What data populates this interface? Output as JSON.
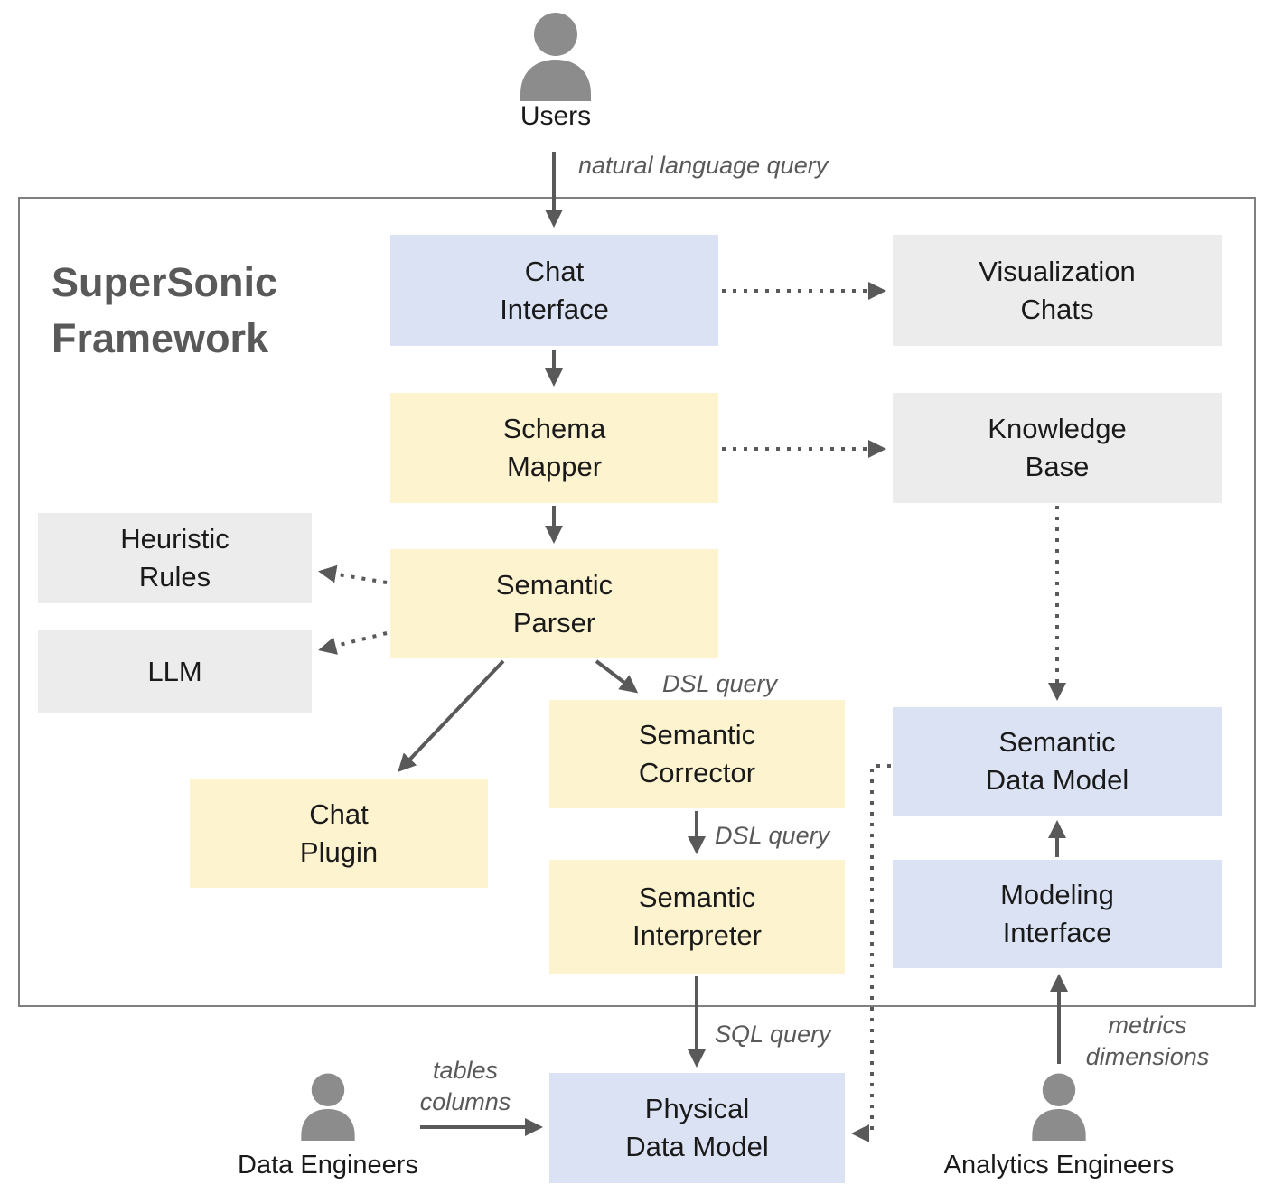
{
  "diagram": {
    "title": "SuperSonic\nFramework",
    "nodes": {
      "chat_interface": "Chat\nInterface",
      "visualization_chats": "Visualization\nChats",
      "schema_mapper": "Schema\nMapper",
      "knowledge_base": "Knowledge\nBase",
      "heuristic_rules": "Heuristic\nRules",
      "llm": "LLM",
      "semantic_parser": "Semantic\nParser",
      "chat_plugin": "Chat\nPlugin",
      "semantic_corrector": "Semantic\nCorrector",
      "semantic_interpreter": "Semantic\nInterpreter",
      "semantic_data_model": "Semantic\nData Model",
      "modeling_interface": "Modeling\nInterface",
      "physical_data_model": "Physical\nData Model"
    },
    "edge_labels": {
      "natural_language_query": "natural language query",
      "dsl_query_1": "DSL query",
      "dsl_query_2": "DSL query",
      "sql_query": "SQL query",
      "tables_columns": "tables\ncolumns",
      "metrics_dimensions": "metrics\ndimensions"
    },
    "actors": {
      "users": "Users",
      "data_engineers": "Data Engineers",
      "analytics_engineers": "Analytics Engineers"
    },
    "colors": {
      "node_blue": "#dbe2f3",
      "node_yellow": "#fdf3cf",
      "node_gray": "#ececec",
      "arrow": "#595959",
      "frame_border": "#7f7f7f",
      "person_icon": "#8c8c8c"
    }
  }
}
